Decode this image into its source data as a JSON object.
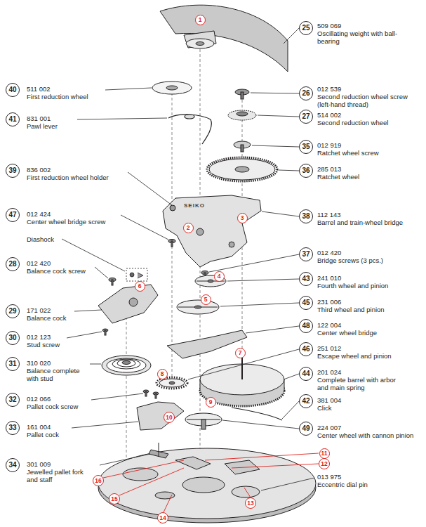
{
  "diagram": {
    "nodes": [
      {
        "text": [
          "1"
        ]
      },
      {
        "text": [
          "25"
        ]
      },
      {
        "text": [
          "40"
        ]
      },
      {
        "text": [
          "26"
        ]
      },
      {
        "text": [
          "27"
        ]
      },
      {
        "text": [
          "41"
        ]
      },
      {
        "text": [
          "35"
        ]
      },
      {
        "text": [
          "36"
        ]
      },
      {
        "text": [
          "39"
        ]
      },
      {
        "text": [
          "47"
        ]
      },
      {
        "text": [
          "38"
        ]
      },
      {
        "text": [
          "3"
        ]
      },
      {
        "text": [
          "2"
        ]
      },
      {
        "text": [
          "37"
        ]
      },
      {
        "text": [
          "28"
        ]
      },
      {
        "text": [
          "4"
        ]
      },
      {
        "text": [
          "43"
        ]
      },
      {
        "text": [
          "6"
        ]
      },
      {
        "text": [
          "5"
        ]
      },
      {
        "text": [
          "45"
        ]
      },
      {
        "text": [
          "29"
        ]
      },
      {
        "text": [
          "48"
        ]
      },
      {
        "text": [
          "30"
        ]
      },
      {
        "text": [
          "46"
        ]
      },
      {
        "text": [
          "7"
        ]
      },
      {
        "text": [
          "31"
        ]
      },
      {
        "text": [
          "44"
        ]
      },
      {
        "text": [
          "8"
        ]
      },
      {
        "text": [
          "32"
        ]
      },
      {
        "text": [
          "42"
        ]
      },
      {
        "text": [
          "9"
        ]
      },
      {
        "text": [
          "10"
        ]
      },
      {
        "text": [
          "33"
        ]
      },
      {
        "text": [
          "49"
        ]
      },
      {
        "text": [
          "11"
        ]
      },
      {
        "text": [
          "34"
        ]
      },
      {
        "text": [
          "12"
        ]
      },
      {
        "text": [
          "16"
        ]
      },
      {
        "text": [
          "15"
        ]
      },
      {
        "text": [
          "13"
        ]
      },
      {
        "text": [
          "14"
        ]
      }
    ],
    "labels": [
      "509 069",
      "Oscillating weight with ball-bearing",
      "511 002",
      "First reduction wheel",
      "012 539",
      "Second reduction wheel screw (left-hand thread)",
      "831 001",
      "Pawl lever",
      "514 002",
      "Second reduction wheel",
      "012 919",
      "Ratchet wheel screw",
      "285 013",
      "Ratchet wheel",
      "836 002",
      "First reduction wheel holder",
      "SEIKO",
      "012 424",
      "Center wheel bridge screw",
      "112 143",
      "Barrel and train-wheel bridge",
      "Diashock",
      "012 420",
      "Balance cock screw",
      "012 420",
      "Bridge screws (3 pcs.)",
      "241 010",
      "Fourth wheel and pinion",
      "231 006",
      "Third wheel and pinion",
      "171 022",
      "Balance cock",
      "122 004",
      "Center wheel bridge",
      "012 123",
      "Stud screw",
      "251 012",
      "Escape wheel and pinion",
      "310 020",
      "Balance complete with stud",
      "201 024",
      "Complete barrel with arbor and main spring",
      "012 066",
      "Pallet cock screw",
      "381 004",
      "Click",
      "161 004",
      "Pallet cock",
      "224 007",
      "Center wheel with cannon pinion",
      "301 009",
      "Jewelled pallet fork and staff",
      "013 975",
      "Eccentric dial pin"
    ]
  }
}
